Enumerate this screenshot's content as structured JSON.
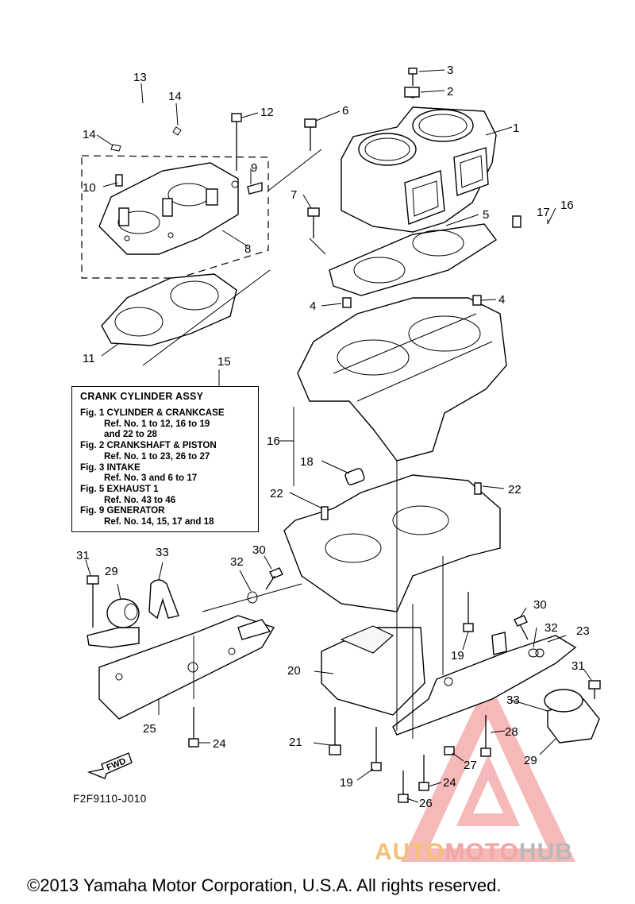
{
  "diagram": {
    "callouts": [
      {
        "id": "c1",
        "text": "1"
      },
      {
        "id": "c2",
        "text": "2"
      },
      {
        "id": "c3",
        "text": "3"
      },
      {
        "id": "c4a",
        "text": "4"
      },
      {
        "id": "c4b",
        "text": "4"
      },
      {
        "id": "c5",
        "text": "5"
      },
      {
        "id": "c6",
        "text": "6"
      },
      {
        "id": "c7",
        "text": "7"
      },
      {
        "id": "c8",
        "text": "8"
      },
      {
        "id": "c9",
        "text": "9"
      },
      {
        "id": "c10",
        "text": "10"
      },
      {
        "id": "c11",
        "text": "11"
      },
      {
        "id": "c12",
        "text": "12"
      },
      {
        "id": "c13",
        "text": "13"
      },
      {
        "id": "c14a",
        "text": "14"
      },
      {
        "id": "c14b",
        "text": "14"
      },
      {
        "id": "c15",
        "text": "15"
      },
      {
        "id": "c16a",
        "text": "16"
      },
      {
        "id": "c16b",
        "text": "16"
      },
      {
        "id": "c17",
        "text": "17"
      },
      {
        "id": "c18",
        "text": "18"
      },
      {
        "id": "c19a",
        "text": "19"
      },
      {
        "id": "c19b",
        "text": "19"
      },
      {
        "id": "c20",
        "text": "20"
      },
      {
        "id": "c21",
        "text": "21"
      },
      {
        "id": "c22a",
        "text": "22"
      },
      {
        "id": "c22b",
        "text": "22"
      },
      {
        "id": "c23",
        "text": "23"
      },
      {
        "id": "c24a",
        "text": "24"
      },
      {
        "id": "c24b",
        "text": "24"
      },
      {
        "id": "c25",
        "text": "25"
      },
      {
        "id": "c26",
        "text": "26"
      },
      {
        "id": "c27",
        "text": "27"
      },
      {
        "id": "c28",
        "text": "28"
      },
      {
        "id": "c29a",
        "text": "29"
      },
      {
        "id": "c29b",
        "text": "29"
      },
      {
        "id": "c30a",
        "text": "30"
      },
      {
        "id": "c30b",
        "text": "30"
      },
      {
        "id": "c31a",
        "text": "31"
      },
      {
        "id": "c31b",
        "text": "31"
      },
      {
        "id": "c32a",
        "text": "32"
      },
      {
        "id": "c32b",
        "text": "32"
      },
      {
        "id": "c33a",
        "text": "33"
      },
      {
        "id": "c33b",
        "text": "33"
      }
    ],
    "fwd_label": "FWD"
  },
  "legend": {
    "title": "CRANK  CYLINDER ASSY",
    "lines": [
      "Fig. 1 CYLINDER & CRANKCASE",
      "Ref. No. 1 to 12, 16 to 19",
      "and 22 to 28",
      "Fig. 2 CRANKSHAFT & PISTON",
      "Ref. No. 1 to 23, 26 to 27",
      "Fig. 3 INTAKE",
      "Ref. No. 3 and 6 to 17",
      "Fig. 5 EXHAUST 1",
      "Ref. No. 43 to 46",
      "Fig. 9 GENERATOR",
      "Ref. No. 14, 15, 17 and 18"
    ]
  },
  "doc_code": "F2F9110-J010",
  "copyright": "©2013 Yamaha Motor Corporation, U.S.A. All rights reserved.",
  "watermark": {
    "part_a": "AUTO",
    "part_b": "MOTO",
    "part_c": "HUB",
    "colors": {
      "auto": "#f4c07a",
      "moto": "#f2a6a6",
      "hub": "#b9b9b9",
      "triangle": "#f08080"
    }
  }
}
